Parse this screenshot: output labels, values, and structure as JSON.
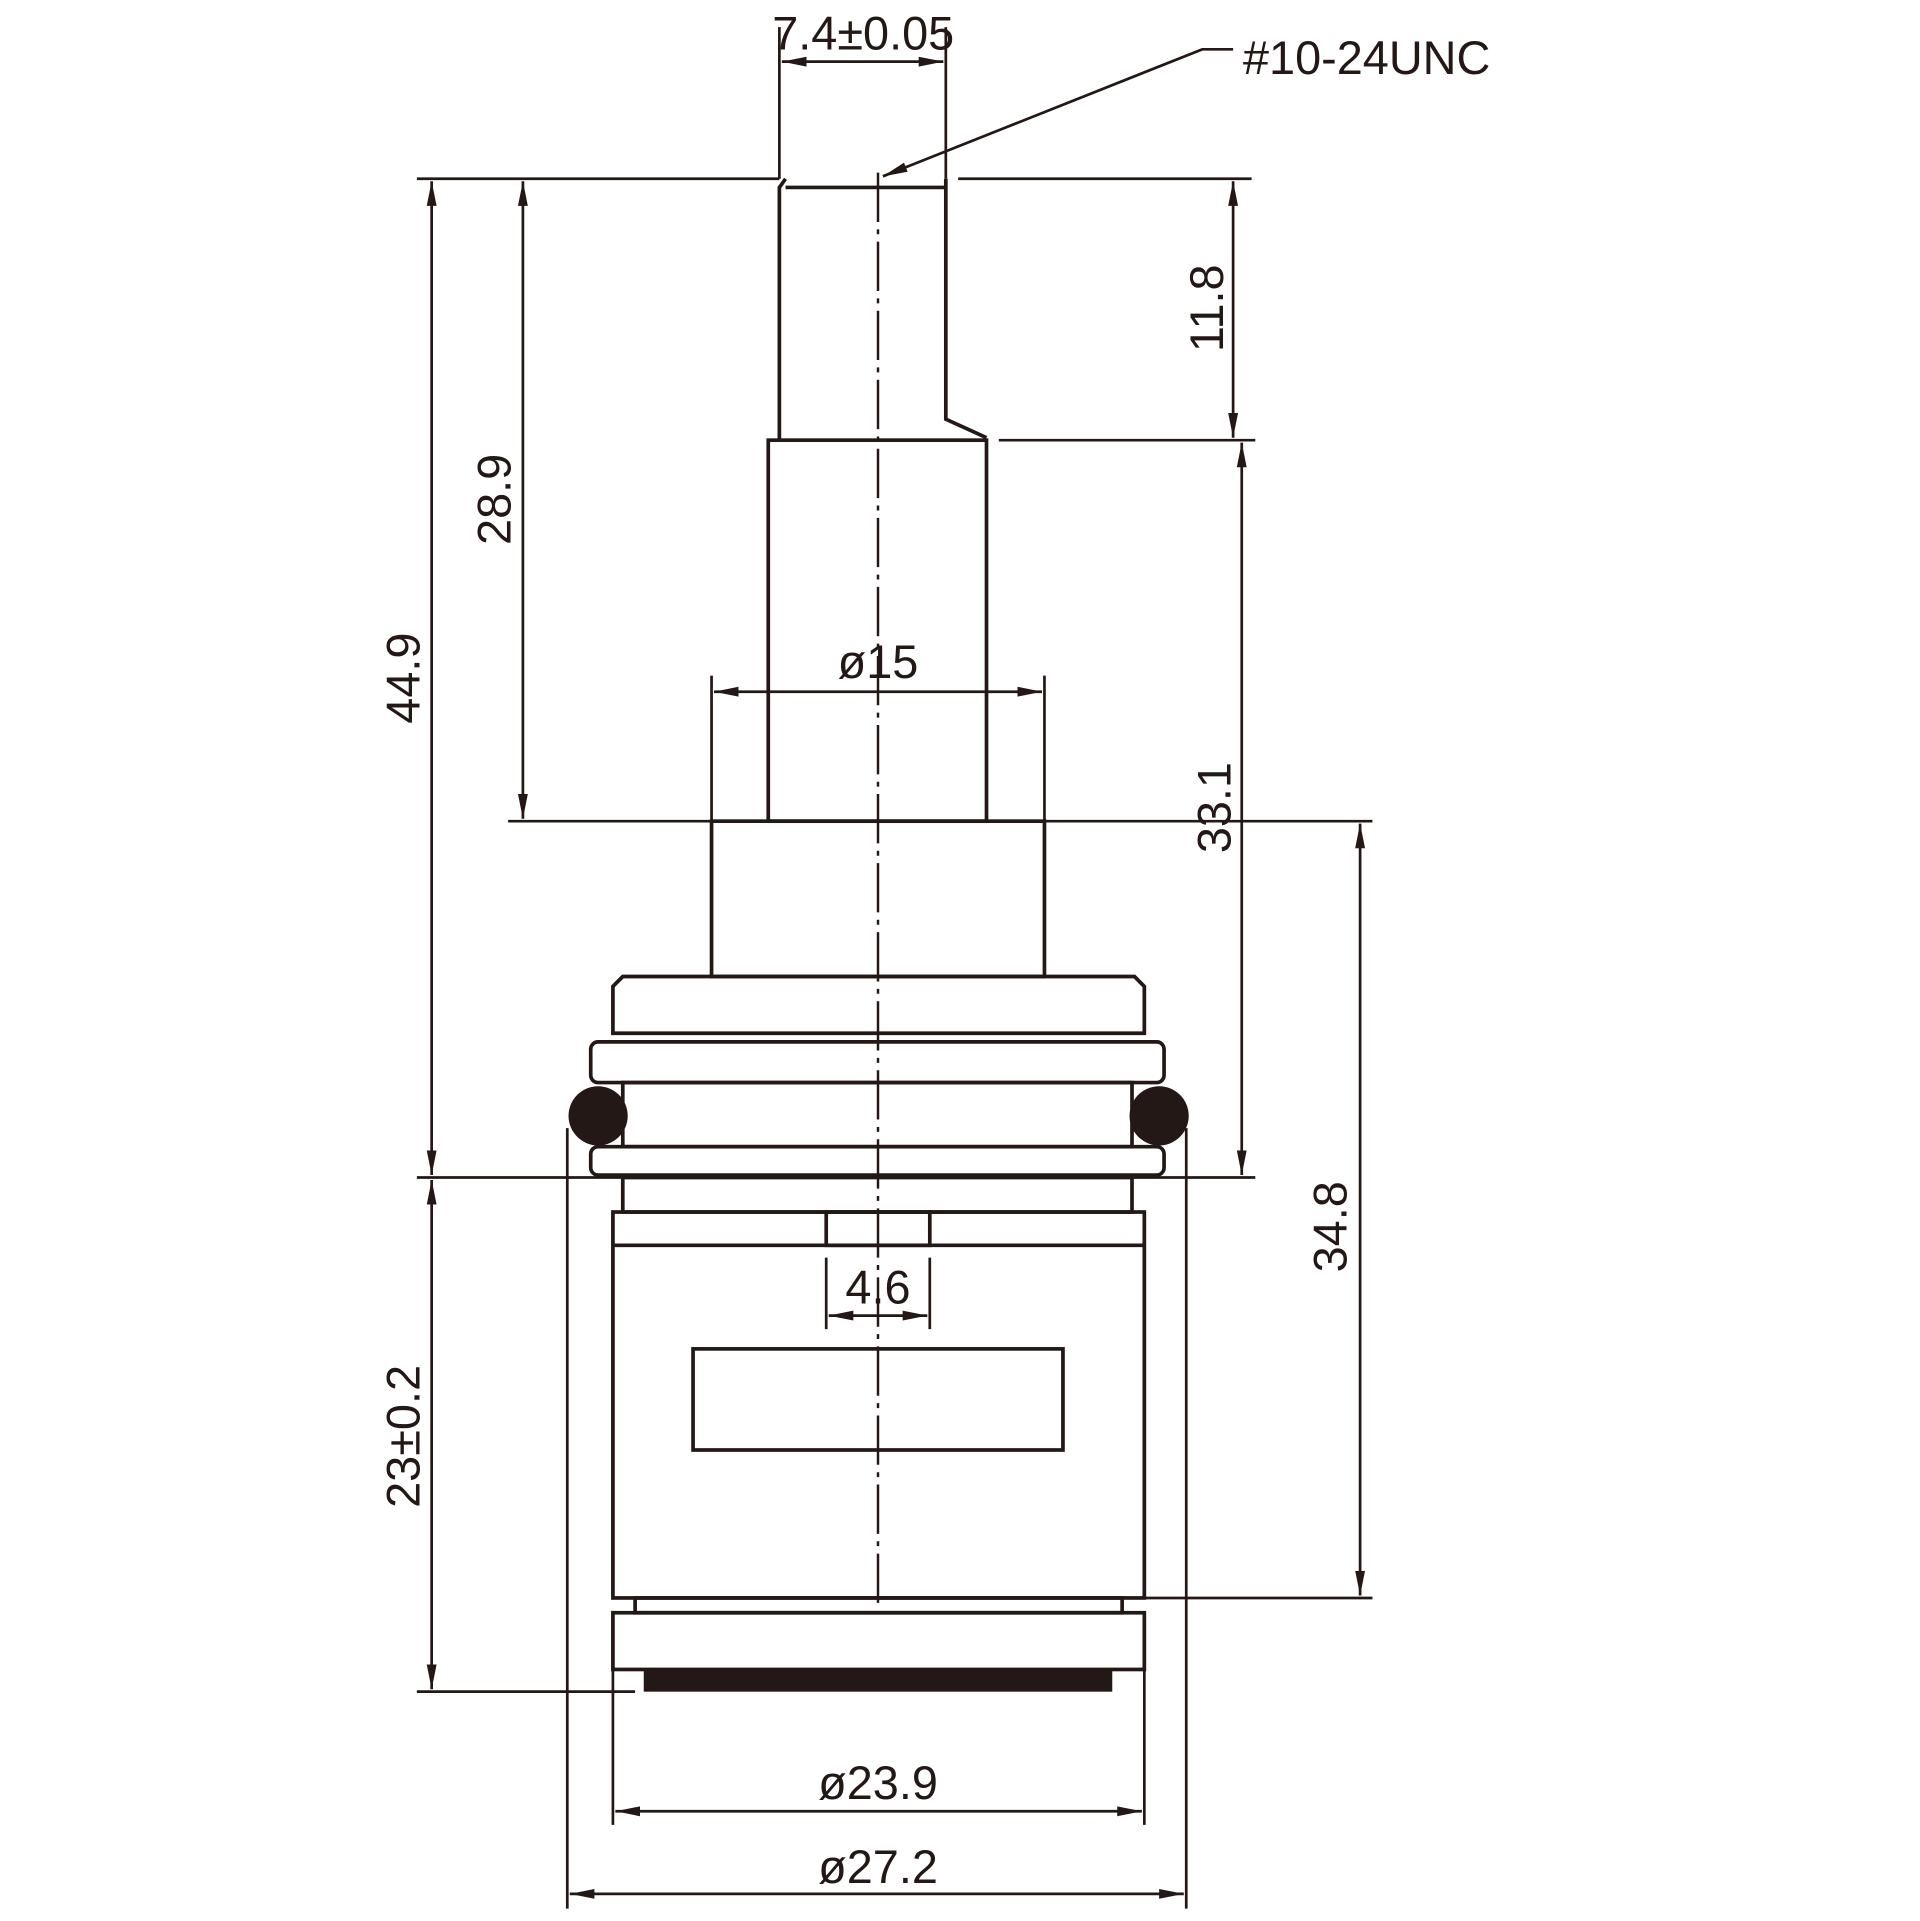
{
  "drawing": {
    "colors": {
      "line": "#231815",
      "background": "#ffffff"
    },
    "dimensions": {
      "stem_width": "7.4±0.05",
      "thread": "#10-24UNC",
      "total_height": "44.9",
      "stem_height": "28.9",
      "spline_length": "11.8",
      "mid_height": "33.1",
      "lower_height": "34.8",
      "body_height": "23±0.2",
      "shaft_diameter": "ø15",
      "slot_width": "4.6",
      "body_diameter": "ø23.9",
      "oring_diameter": "ø27.2"
    }
  }
}
